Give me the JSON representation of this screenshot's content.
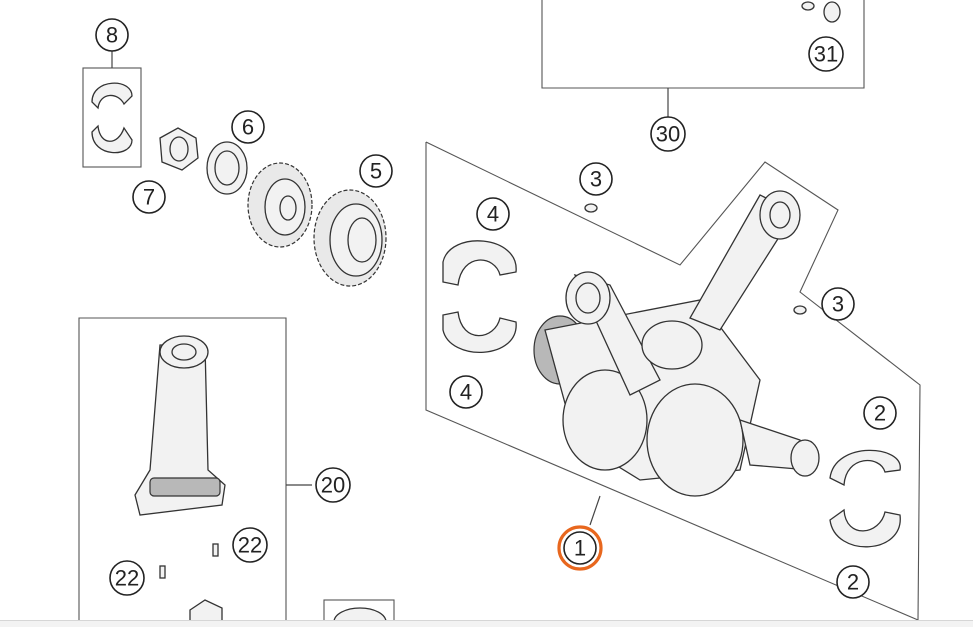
{
  "diagram": {
    "labels": {
      "l1": "1",
      "l2a": "2",
      "l2b": "2",
      "l3a": "3",
      "l3b": "3",
      "l4a": "4",
      "l4b": "4",
      "l5": "5",
      "l6": "6",
      "l7": "7",
      "l8": "8",
      "l20": "20",
      "l22a": "22",
      "l22b": "22",
      "l30": "30",
      "l31": "31"
    },
    "highlight_label": "1",
    "highlight_color": "#e8671e"
  }
}
